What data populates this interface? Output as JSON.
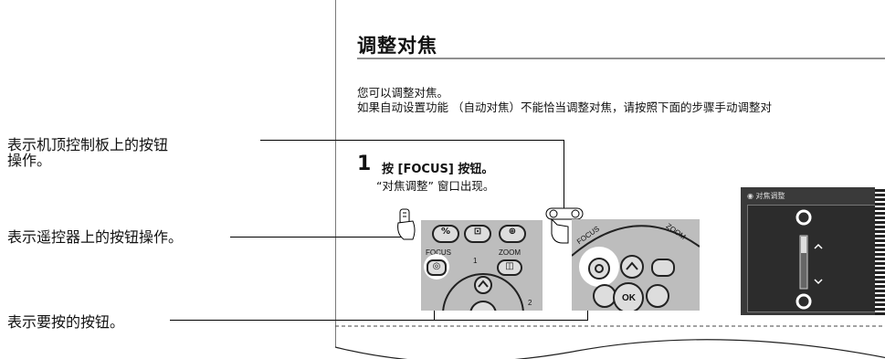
{
  "annotations": {
    "top_panel_line1": "表示机顶控制板上的按钮",
    "top_panel_line2": "操作。",
    "remote": "表示遥控器上的按钮操作。",
    "press": "表示要按的按钮。"
  },
  "page": {
    "title": "调整对焦",
    "intro_line1": "您可以调整对焦。",
    "intro_line2": "如果自动设置功能 （自动对焦）不能恰当调整对焦，请按照下面的步骤手动调整对",
    "step_number": "1",
    "step_label": "按 [FOCUS] 按钮。",
    "step_result": "“对焦调整” 窗口出现。"
  },
  "remote_photo": {
    "focus_label": "FOCUS",
    "zoom_label": "ZOOM",
    "num1": "1",
    "num2": "2"
  },
  "panel_photo": {
    "focus_label": "FOCUS",
    "zoom_label": "ZOOM",
    "ok_label": "OK"
  },
  "focus_window": {
    "title": "对焦调整"
  }
}
